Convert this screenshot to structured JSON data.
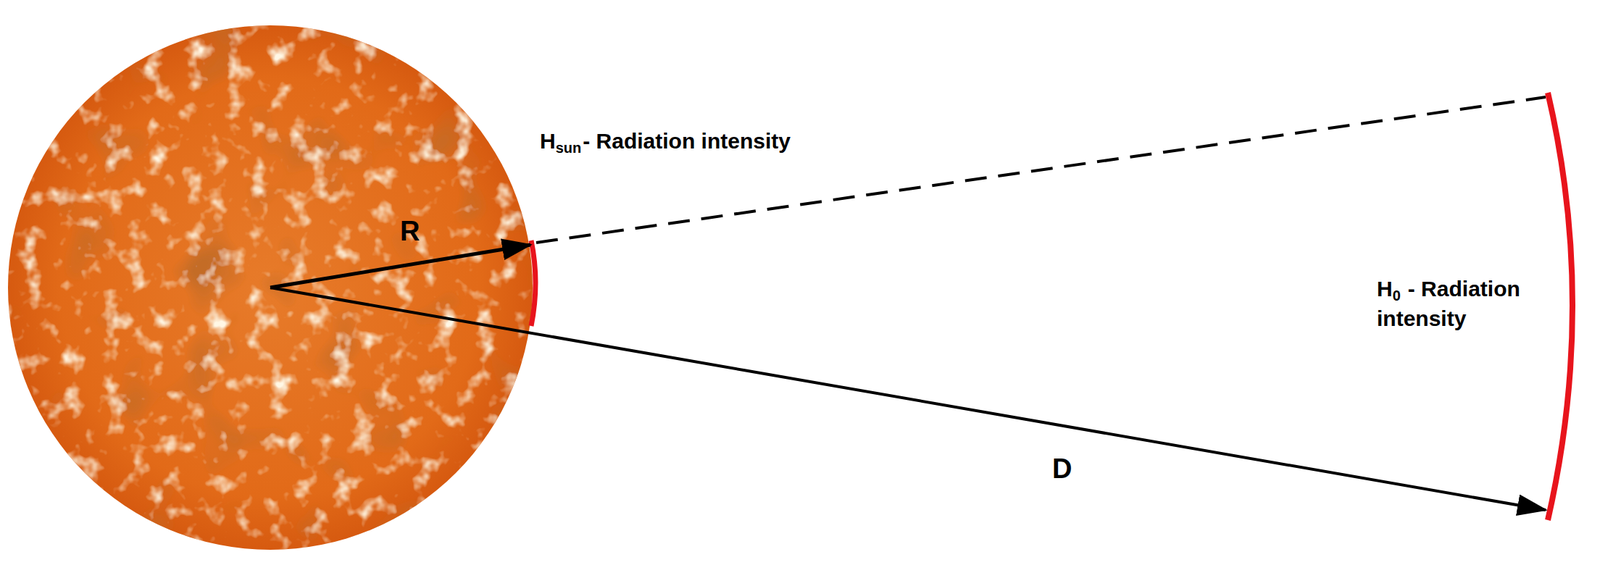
{
  "diagram": {
    "labels": [
      "H",
      "sun",
      "- Radiation intensity",
      "R",
      "D",
      "H",
      "0",
      "- Radiation intensity"
    ]
  }
}
